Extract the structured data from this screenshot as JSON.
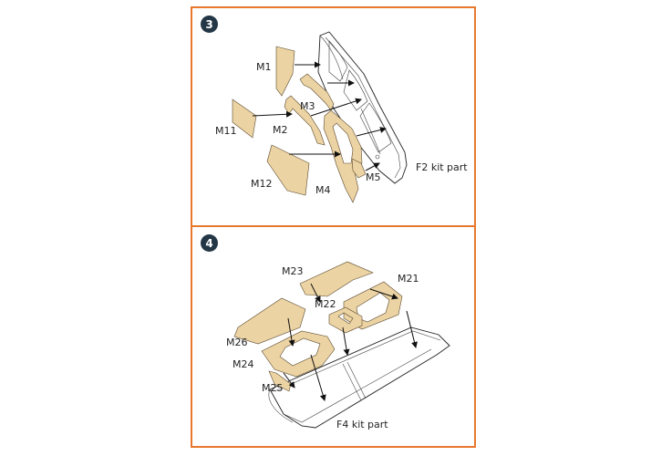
{
  "steps": [
    {
      "number": "3",
      "parts": [
        "M1",
        "M3",
        "M11",
        "M2",
        "M12",
        "M4",
        "M5"
      ],
      "kit_part": "F2 kit part"
    },
    {
      "number": "4",
      "parts": [
        "M23",
        "M21",
        "M22",
        "M26",
        "M24",
        "M25"
      ],
      "kit_part": "F4 kit part"
    }
  ],
  "colors": {
    "frame": "#e8772e",
    "mask": "#ecd3a3",
    "badge": "#243746"
  }
}
